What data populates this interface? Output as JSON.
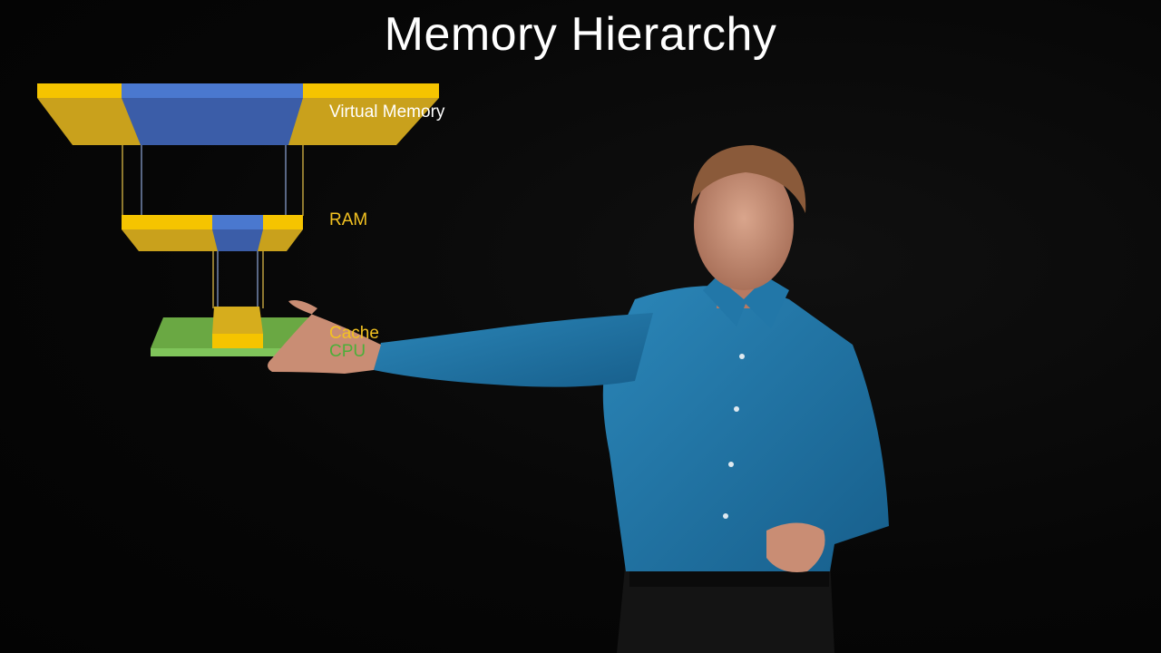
{
  "slide": {
    "title": "Memory Hierarchy"
  },
  "diagram": {
    "labels": {
      "virtual_memory": "Virtual Memory",
      "ram": "RAM",
      "cache": "Cache",
      "cpu": "CPU"
    },
    "colors": {
      "level_fill": "#f2c200",
      "level_shade": "#c9a11c",
      "active_fill": "#4472c4",
      "active_shade": "#3b5da8",
      "cpu_fill": "#70ad47",
      "connector": "#f2c200"
    }
  },
  "presenter": {
    "shirt_color": "#1f6fa0",
    "background_color": "#050505"
  }
}
